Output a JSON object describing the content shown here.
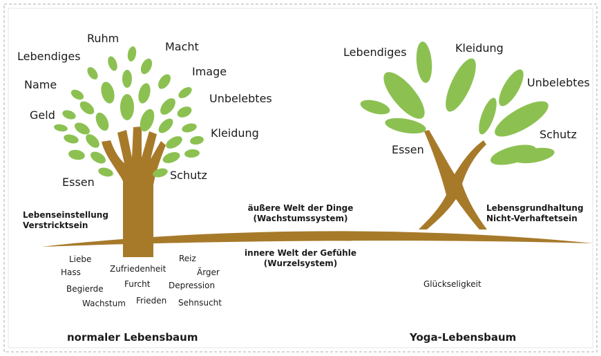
{
  "colors": {
    "leaf": "#8cc152",
    "trunk": "#a77a2a",
    "border": "#c8c8c8"
  },
  "left_tree": {
    "words": [
      "Ruhm",
      "Macht",
      "Lebendiges",
      "Image",
      "Name",
      "Unbelebtes",
      "Geld",
      "Kleidung",
      "Essen",
      "Schutz"
    ],
    "attitude": [
      "Lebenseinstellung",
      "Verstricktsein"
    ],
    "feelings": [
      "Liebe",
      "Hass",
      "Begierde",
      "Wachstum",
      "Zufriedenheit",
      "Furcht",
      "Frieden",
      "Reiz",
      "Ärger",
      "Depression",
      "Sehnsucht"
    ],
    "caption": "normaler Lebensbaum"
  },
  "right_tree": {
    "words": [
      "Lebendiges",
      "Kleidung",
      "Unbelebtes",
      "Schutz",
      "Essen"
    ],
    "attitude": [
      "Lebensgrundhaltung",
      "Nicht-Verhaftetsein"
    ],
    "happiness": "Glückseligkeit",
    "caption": "Yoga-Lebensbaum"
  },
  "middle": {
    "outer": [
      "äußere Welt der Dinge",
      "(Wachstumssystem)"
    ],
    "inner": [
      "innere Welt der Gefühle",
      "(Wurzelsystem)"
    ]
  }
}
